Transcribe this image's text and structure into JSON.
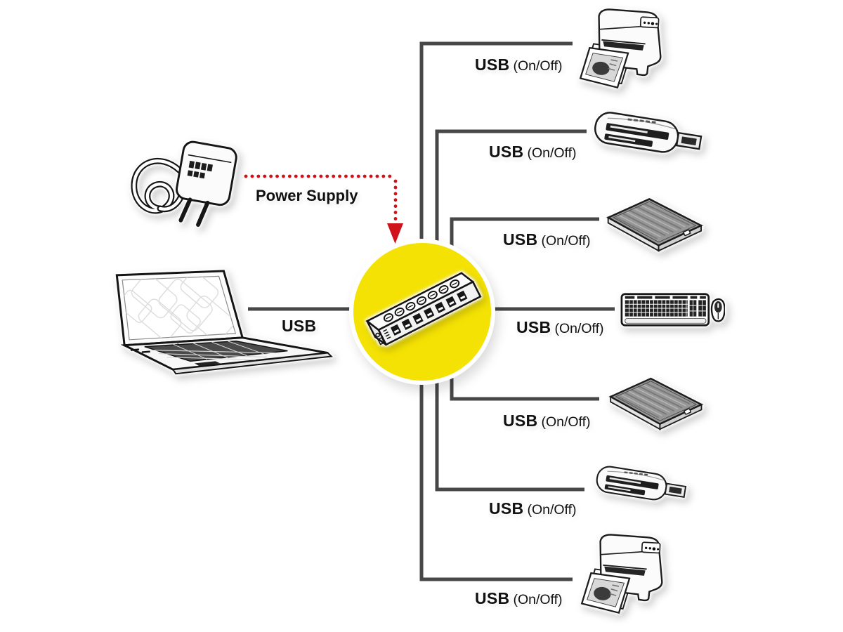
{
  "diagram": {
    "power_supply": {
      "label": "Power Supply",
      "icon": "power-adapter"
    },
    "host": {
      "icon": "laptop",
      "connection_label": "USB"
    },
    "hub": {
      "icon": "7-port-usb-hub-with-switches",
      "highlight_color": "#F4E204"
    },
    "connections": [
      {
        "usb": "USB",
        "mode": "(On/Off)",
        "device": "printer"
      },
      {
        "usb": "USB",
        "mode": "(On/Off)",
        "device": "card-reader"
      },
      {
        "usb": "USB",
        "mode": "(On/Off)",
        "device": "external-hard-drive"
      },
      {
        "usb": "USB",
        "mode": "(On/Off)",
        "device": "keyboard-and-mouse"
      },
      {
        "usb": "USB",
        "mode": "(On/Off)",
        "device": "external-hard-drive"
      },
      {
        "usb": "USB",
        "mode": "(On/Off)",
        "device": "card-reader"
      },
      {
        "usb": "USB",
        "mode": "(On/Off)",
        "device": "printer"
      }
    ],
    "colors": {
      "accent_yellow": "#F4E204",
      "connector_gray": "#474747",
      "power_arrow_red": "#D0131A",
      "label_text": "#111111"
    }
  }
}
